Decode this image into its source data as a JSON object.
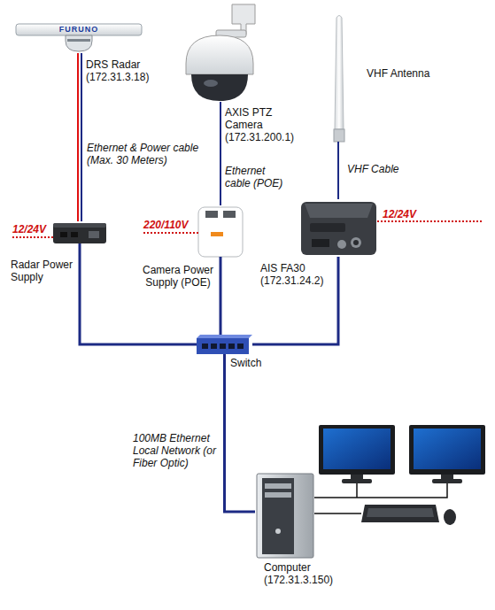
{
  "diagram": {
    "nodes": [
      {
        "text": [
          "DRS Radar (172.31.3.18)"
        ]
      },
      {
        "text": [
          "AXIS PTZ Camera (172.31.200.1)"
        ]
      },
      {
        "text": [
          "VHF Antenna"
        ]
      },
      {
        "text": [
          "Radar Power Supply"
        ]
      },
      {
        "text": [
          "Camera Power Supply (POE)"
        ]
      },
      {
        "text": [
          "AIS FA30 (172.31.24.2)"
        ]
      },
      {
        "text": [
          "Switch"
        ]
      },
      {
        "text": [
          "Computer (172.31.3.150)"
        ]
      }
    ],
    "edges": [
      {
        "from": 0,
        "to": 3,
        "label": "Ethernet & Power cable (Max. 30 Meters)",
        "arrow": "none"
      },
      {
        "from": 1,
        "to": 4,
        "label": "Ethernet cable (POE)",
        "arrow": "none"
      },
      {
        "from": 2,
        "to": 5,
        "label": "VHF Cable",
        "arrow": "none"
      },
      {
        "from": 3,
        "to": 6,
        "arrow": "none"
      },
      {
        "from": 4,
        "to": 6,
        "arrow": "none"
      },
      {
        "from": 5,
        "to": 6,
        "arrow": "none"
      },
      {
        "from": 6,
        "to": 7,
        "label": "100MB Ethernet Local Network (or Fiber Optic)",
        "arrow": "none"
      }
    ],
    "labels": [
      "FURUNO",
      "12/24V",
      "220/110V",
      "12/24V"
    ]
  }
}
